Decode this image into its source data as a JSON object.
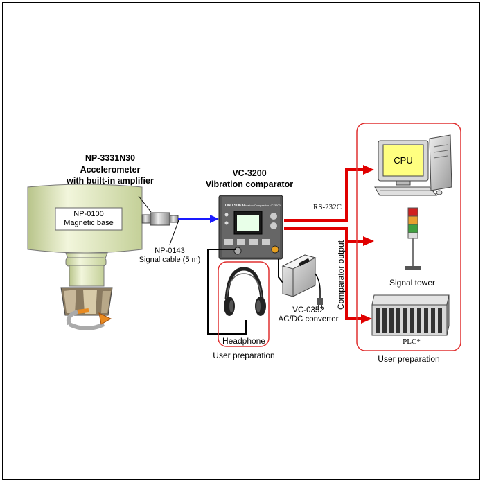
{
  "accelerometer": {
    "model": "NP-3331N30",
    "desc1": "Accelerometer",
    "desc2": "with built-in amplifier"
  },
  "magnetic_base": {
    "model": "NP-0100",
    "desc": "Magnetic base"
  },
  "signal_cable": {
    "model": "NP-0143",
    "desc": "Signal cable (5 m)"
  },
  "comparator": {
    "model": "VC-3200",
    "desc": "Vibration comparator",
    "panel_brand": "ONO SOKKI",
    "panel_title": "Vibration Comparator VC-3200"
  },
  "converter": {
    "model": "VC-0352",
    "desc": "AC/DC converter"
  },
  "headphone": {
    "label": "Headphone",
    "note": "User preparation"
  },
  "connections": {
    "rs232c": "RS-232C",
    "comparator_output": "Comparator output"
  },
  "outputs": {
    "cpu": "CPU",
    "signal_tower": "Signal tower",
    "plc": "PLC*",
    "note": "User preparation"
  },
  "colors": {
    "red_line": "#e00000",
    "blue_line": "#1a1aff",
    "box_border": "#e03030",
    "machine": "#e8f0c8",
    "screen": "#ffff80"
  }
}
